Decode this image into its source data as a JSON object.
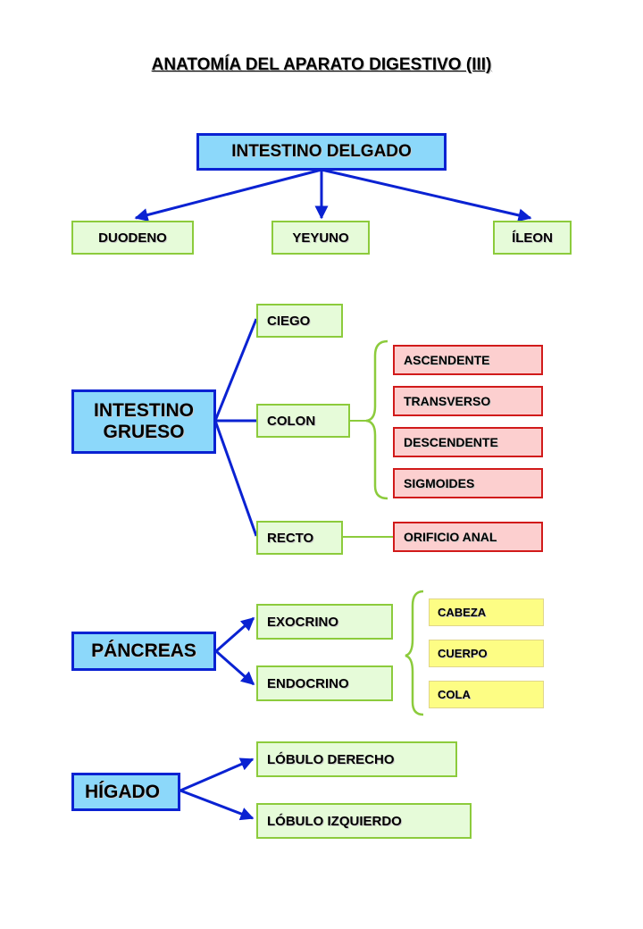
{
  "title": "ANATOMÍA DEL APARATO DIGESTIVO (III)",
  "intestino_delgado": {
    "label": "INTESTINO DELGADO",
    "parts": [
      "DUODENO",
      "YEYUNO",
      "ÍLEON"
    ]
  },
  "intestino_grueso": {
    "label_line1": "INTESTINO",
    "label_line2": "GRUESO",
    "parts": [
      "CIEGO",
      "COLON",
      "RECTO"
    ],
    "colon_segments": [
      "ASCENDENTE",
      "TRANSVERSO",
      "DESCENDENTE",
      "SIGMOIDES"
    ],
    "recto_part": "ORIFICIO ANAL"
  },
  "pancreas": {
    "label": "PÁNCREAS",
    "parts": [
      "EXOCRINO",
      "ENDOCRINO"
    ],
    "regions": [
      "CABEZA",
      "CUERPO",
      "COLA"
    ]
  },
  "higado": {
    "label": "HÍGADO",
    "parts": [
      "LÓBULO DERECHO",
      "LÓBULO IZQUIERDO"
    ]
  },
  "colors": {
    "main_fill": "#8cd8fa",
    "main_border": "#0a22d2",
    "sub_fill": "#e6fbd9",
    "sub_border": "#8ccb3c",
    "colon_fill": "#fccfcf",
    "colon_border": "#d11a1a",
    "region_fill": "#fdfd84",
    "connector": "#0a22d2"
  }
}
